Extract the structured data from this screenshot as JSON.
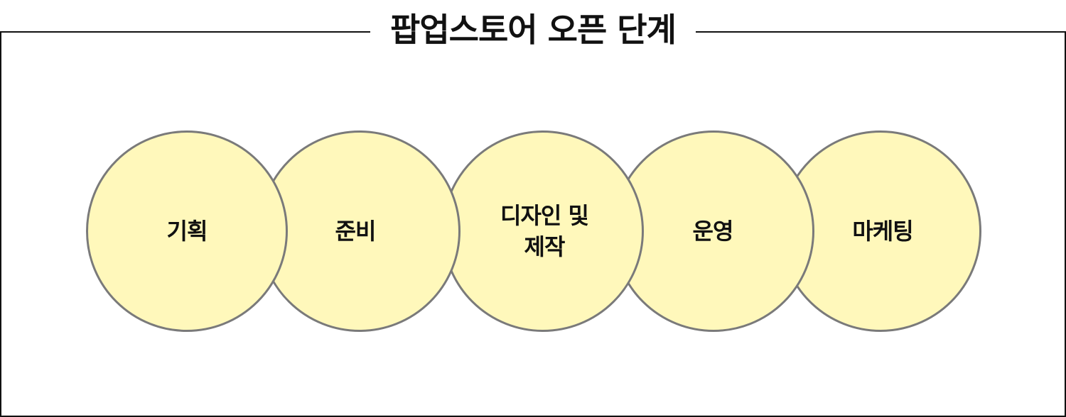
{
  "title": "팝업스토어 오픈 단계",
  "colors": {
    "circle_fill": "#fff8bb",
    "circle_stroke": "#7a7a7a",
    "frame": "#111111",
    "text": "#111111"
  },
  "steps": [
    {
      "label": "기획"
    },
    {
      "label": "준비"
    },
    {
      "label": "디자인 및\n제작"
    },
    {
      "label": "운영"
    },
    {
      "label": "마케팅"
    }
  ]
}
